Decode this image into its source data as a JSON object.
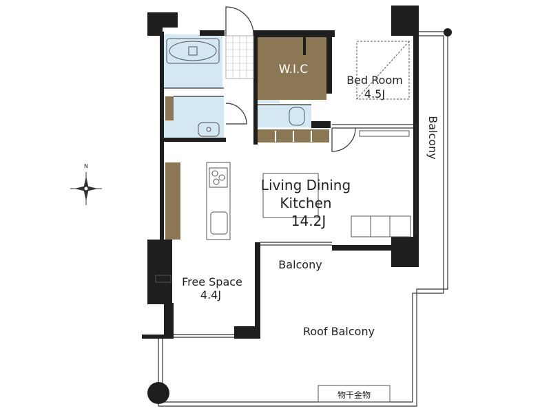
{
  "rooms": {
    "wic": "W.I.C",
    "bedroom_name": "Bed Room",
    "bedroom_size": "4.5J",
    "ldk_line1": "Living Dining",
    "ldk_line2": "Kitchen",
    "ldk_size": "14.2J",
    "free_name": "Free Space",
    "free_size": "4.4J"
  },
  "outdoor": {
    "balcony_side": "Balcony",
    "balcony_inner": "Balcony",
    "roof_balcony": "Roof Balcony",
    "drying_rack": "物干金物"
  },
  "compass": {
    "north": "N"
  },
  "colors": {
    "wall": "#1e1e1e",
    "wet_area": "#d4e8f4",
    "storage": "#8c7755",
    "floor": "#ffffff"
  }
}
